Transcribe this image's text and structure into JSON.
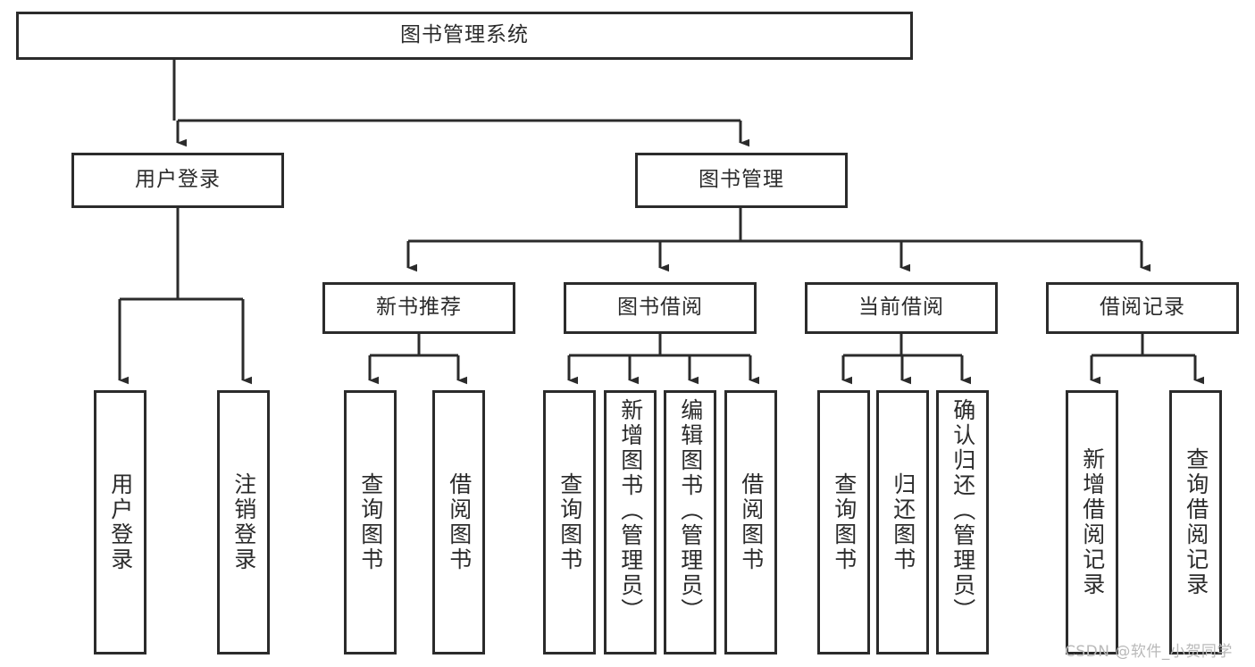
{
  "diagram": {
    "title": "图书管理系统",
    "type": "tree",
    "watermark": "CSDN @软件_小贺同学",
    "colors": {
      "stroke": "#2b2b2b",
      "fill": "#ffffff",
      "watermark": "#b9b9b9"
    },
    "levels": 4,
    "nodes": {
      "root": {
        "label": "图书管理系统",
        "level": 1
      },
      "l2": [
        {
          "id": "user-login",
          "label": "用户登录",
          "level": 2
        },
        {
          "id": "book-manage",
          "label": "图书管理",
          "level": 2
        }
      ],
      "l3": [
        {
          "id": "new-book-rec",
          "label": "新书推荐",
          "level": 3,
          "parent": "book-manage"
        },
        {
          "id": "book-borrow",
          "label": "图书借阅",
          "level": 3,
          "parent": "book-manage"
        },
        {
          "id": "current-borrow",
          "label": "当前借阅",
          "level": 3,
          "parent": "book-manage"
        },
        {
          "id": "borrow-record",
          "label": "借阅记录",
          "level": 3,
          "parent": "book-manage"
        }
      ],
      "leaves": [
        {
          "id": "leaf-user-login",
          "label": "用户登录",
          "parent": "user-login"
        },
        {
          "id": "leaf-logout",
          "label": "注销登录",
          "parent": "user-login"
        },
        {
          "id": "leaf-query-book-1",
          "label": "查询图书",
          "parent": "new-book-rec"
        },
        {
          "id": "leaf-borrow-book-1",
          "label": "借阅图书",
          "parent": "new-book-rec"
        },
        {
          "id": "leaf-query-book-2",
          "label": "查询图书",
          "parent": "book-borrow"
        },
        {
          "id": "leaf-add-book",
          "label": "新增图书（管理员）",
          "parent": "book-borrow"
        },
        {
          "id": "leaf-edit-book",
          "label": "编辑图书（管理员）",
          "parent": "book-borrow"
        },
        {
          "id": "leaf-borrow-book-2",
          "label": "借阅图书",
          "parent": "book-borrow"
        },
        {
          "id": "leaf-query-book-3",
          "label": "查询图书",
          "parent": "current-borrow"
        },
        {
          "id": "leaf-return-book",
          "label": "归还图书",
          "parent": "current-borrow"
        },
        {
          "id": "leaf-confirm-return",
          "label": "确认归还（管理员）",
          "parent": "current-borrow"
        },
        {
          "id": "leaf-add-record",
          "label": "新增借阅记录",
          "parent": "borrow-record"
        },
        {
          "id": "leaf-query-record",
          "label": "查询借阅记录",
          "parent": "borrow-record"
        }
      ]
    }
  }
}
